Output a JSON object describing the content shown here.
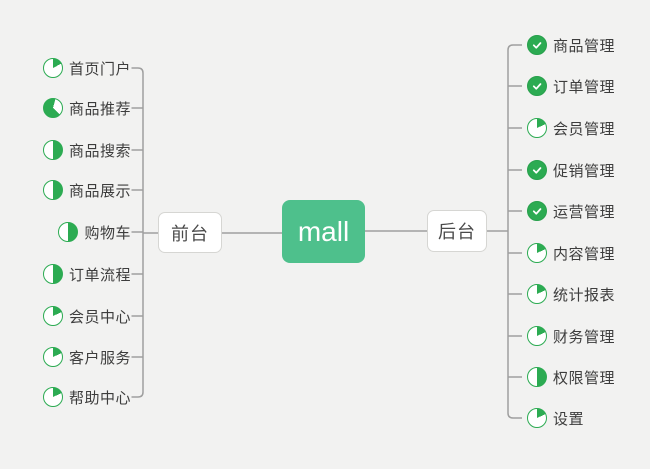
{
  "app": {
    "background": "#f2f2f1",
    "line_color": "#9f9f9f",
    "accent_green": "#4ec08c",
    "icon_green": "#2cab52"
  },
  "root": {
    "label": "mall"
  },
  "branches": {
    "left": {
      "label": "前台",
      "items": [
        {
          "label": "首页门户",
          "icon": {
            "name": "task-progress-icon",
            "type": "pie",
            "green_arcs": [
              [
                0,
                62
              ]
            ]
          }
        },
        {
          "label": "商品推荐",
          "icon": {
            "name": "task-progress-icon",
            "type": "pie",
            "green_arcs": [
              [
                0,
                15
              ],
              [
                135,
                360
              ]
            ]
          }
        },
        {
          "label": "商品搜索",
          "icon": {
            "name": "task-progress-icon",
            "type": "pie",
            "green_arcs": [
              [
                0,
                180
              ]
            ]
          }
        },
        {
          "label": "商品展示",
          "icon": {
            "name": "task-progress-icon",
            "type": "pie",
            "green_arcs": [
              [
                0,
                180
              ]
            ]
          }
        },
        {
          "label": "购物车",
          "icon": {
            "name": "task-progress-icon",
            "type": "pie",
            "green_arcs": [
              [
                0,
                180
              ]
            ]
          }
        },
        {
          "label": "订单流程",
          "icon": {
            "name": "task-progress-icon",
            "type": "pie",
            "green_arcs": [
              [
                0,
                180
              ]
            ]
          }
        },
        {
          "label": "会员中心",
          "icon": {
            "name": "task-progress-icon",
            "type": "pie",
            "green_arcs": [
              [
                0,
                65
              ]
            ]
          }
        },
        {
          "label": "客户服务",
          "icon": {
            "name": "task-progress-icon",
            "type": "pie",
            "green_arcs": [
              [
                0,
                65
              ]
            ]
          }
        },
        {
          "label": "帮助中心",
          "icon": {
            "name": "task-progress-icon",
            "type": "pie",
            "green_arcs": [
              [
                0,
                65
              ]
            ]
          }
        }
      ]
    },
    "right": {
      "label": "后台",
      "items": [
        {
          "label": "商品管理",
          "icon": {
            "name": "task-done-icon",
            "type": "check"
          }
        },
        {
          "label": "订单管理",
          "icon": {
            "name": "task-done-icon",
            "type": "check"
          }
        },
        {
          "label": "会员管理",
          "icon": {
            "name": "task-progress-icon",
            "type": "pie",
            "green_arcs": [
              [
                0,
                65
              ]
            ]
          }
        },
        {
          "label": "促销管理",
          "icon": {
            "name": "task-done-icon",
            "type": "check"
          }
        },
        {
          "label": "运营管理",
          "icon": {
            "name": "task-done-icon",
            "type": "check"
          }
        },
        {
          "label": "内容管理",
          "icon": {
            "name": "task-progress-icon",
            "type": "pie",
            "green_arcs": [
              [
                0,
                65
              ]
            ]
          }
        },
        {
          "label": "统计报表",
          "icon": {
            "name": "task-progress-icon",
            "type": "pie",
            "green_arcs": [
              [
                0,
                65
              ]
            ]
          }
        },
        {
          "label": "财务管理",
          "icon": {
            "name": "task-progress-icon",
            "type": "pie",
            "green_arcs": [
              [
                0,
                65
              ]
            ]
          }
        },
        {
          "label": "权限管理",
          "icon": {
            "name": "task-progress-icon",
            "type": "pie",
            "green_arcs": [
              [
                0,
                180
              ]
            ]
          }
        },
        {
          "label": "设置",
          "icon": {
            "name": "task-progress-icon",
            "type": "pie",
            "green_arcs": [
              [
                0,
                65
              ]
            ]
          }
        }
      ]
    }
  }
}
